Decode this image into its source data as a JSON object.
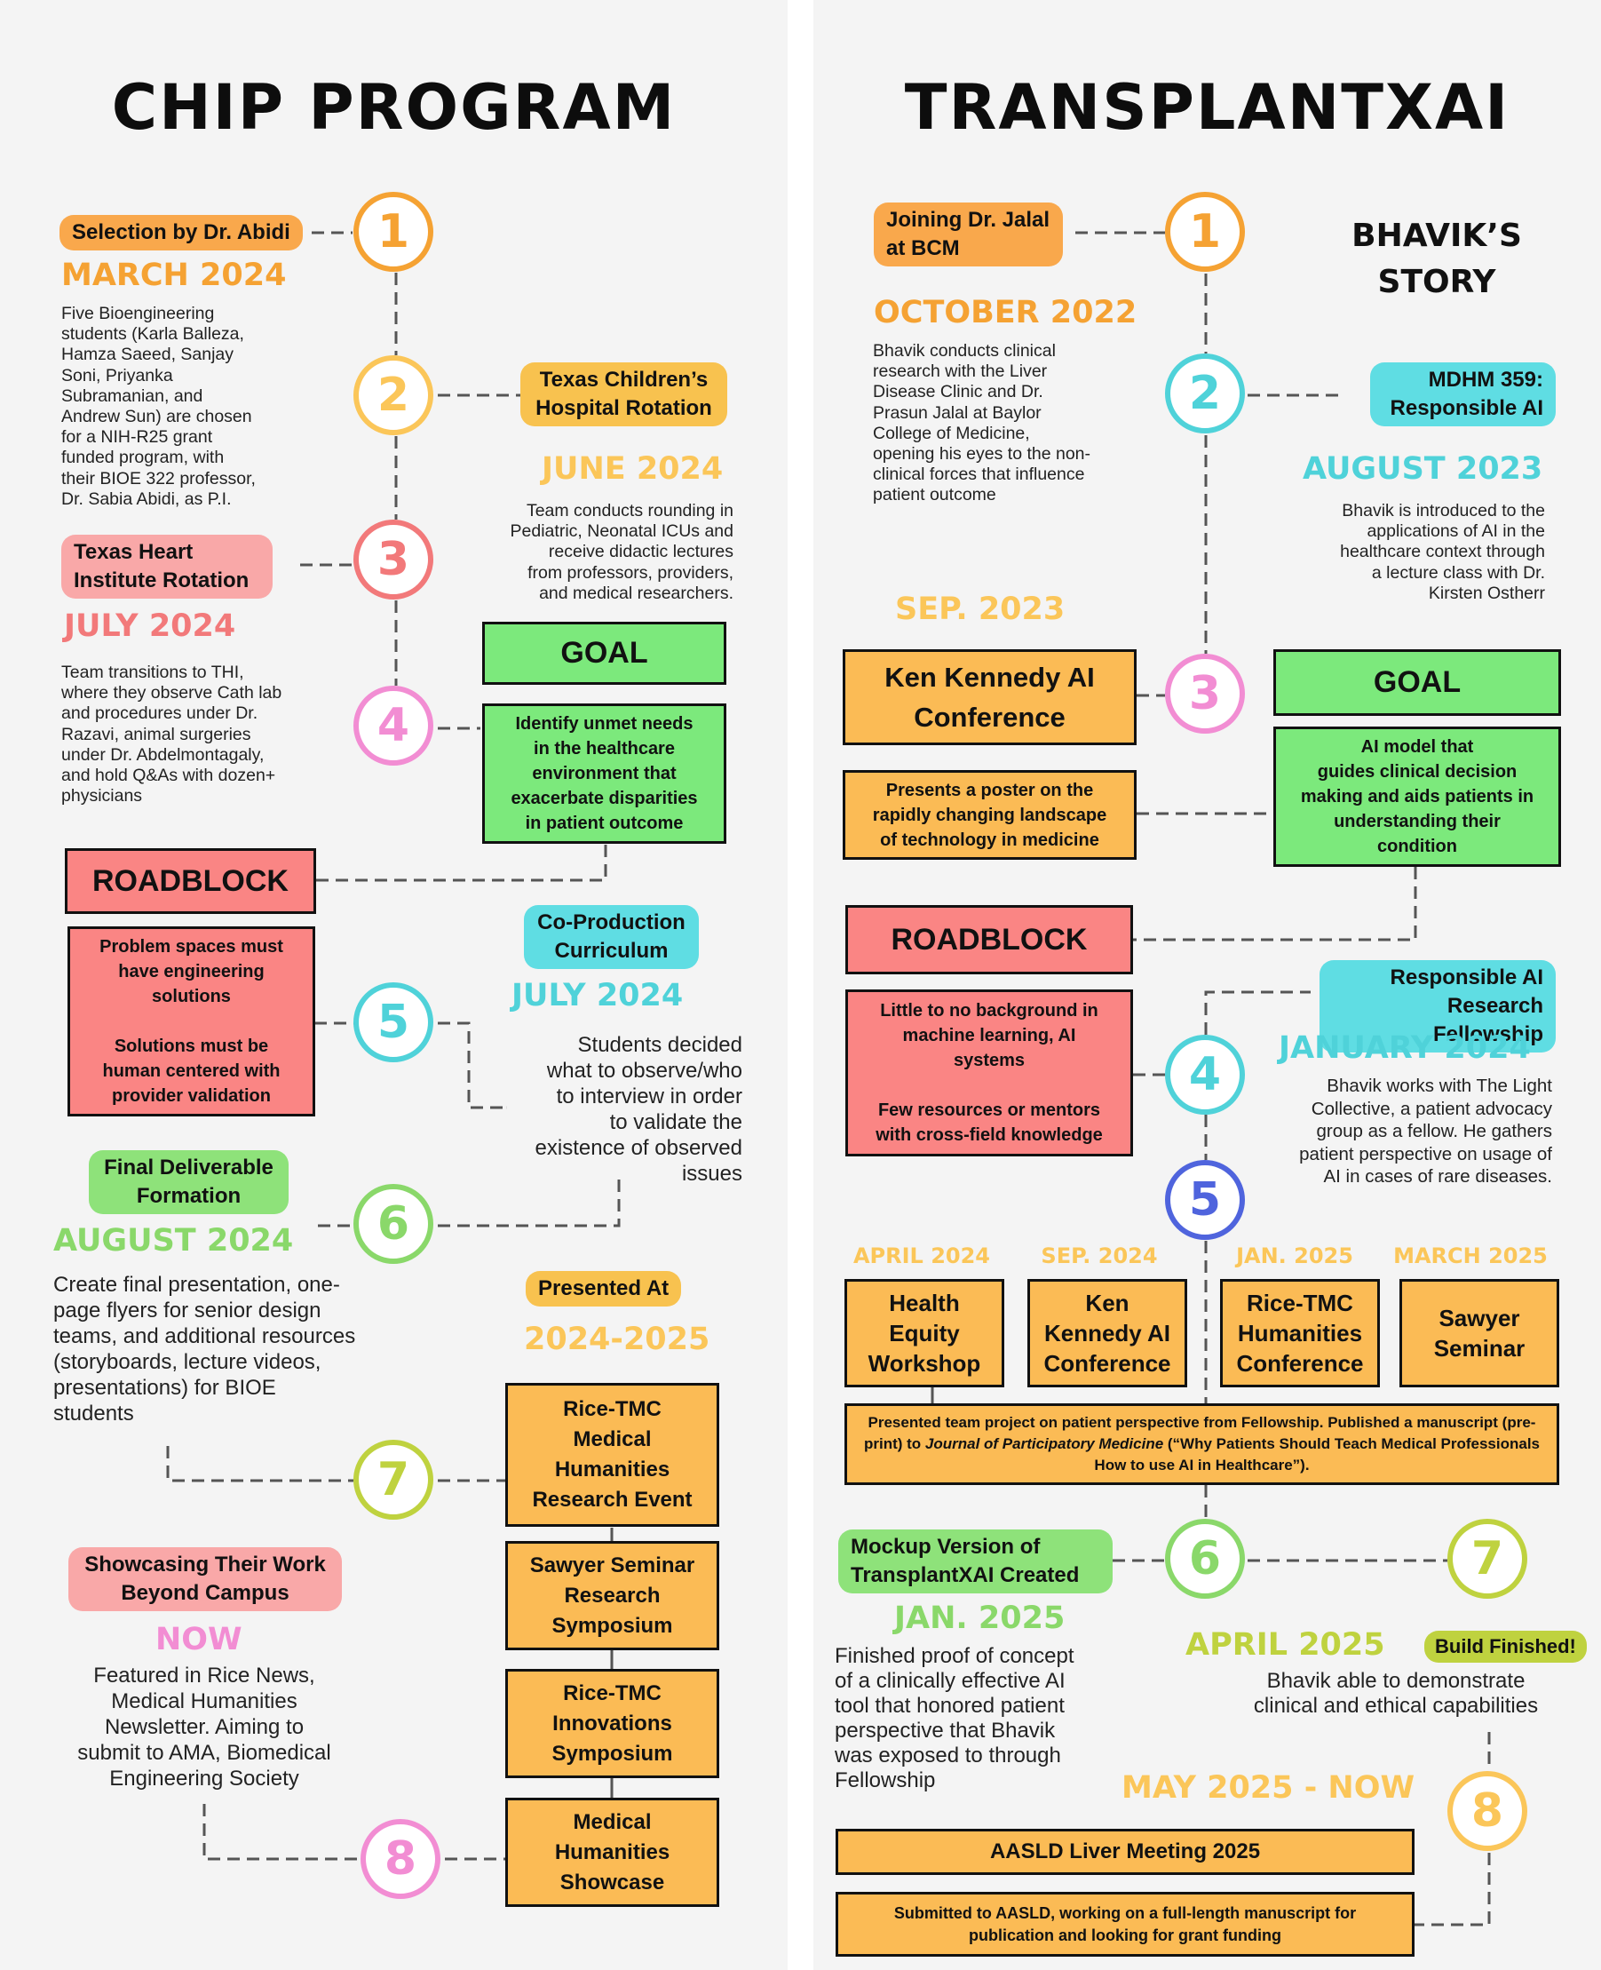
{
  "colors": {
    "orange": "#f5a233",
    "yellow": "#fbc659",
    "red": "#f2797a",
    "pink": "#f28dd3",
    "cyan": "#4fd2d9",
    "green": "#8ad86a",
    "lime": "#bfd23f",
    "blue": "#4f64dd",
    "box_orange": "#fbbb55",
    "box_green": "#7ce97c",
    "box_red": "#fa8584",
    "pill_orange": "#f9a84c",
    "pill_cyan": "#5fdde3",
    "pill_green": "#8ee27a",
    "pill_pink": "#f9a8a8",
    "pill_yellow": "#f8c24f"
  },
  "chip": {
    "title": "CHIP PROGRAM",
    "steps": [
      {
        "num": "1",
        "label": "Selection by Dr. Abidi",
        "date": "MARCH 2024",
        "text": "Five Bioengineering\nstudents (Karla Balleza,\nHamza Saeed, Sanjay\nSoni, Priyanka\nSubramanian, and\nAndrew Sun) are chosen\nfor a NIH-R25 grant\nfunded program, with\ntheir BIOE 322 professor,\nDr. Sabia Abidi, as P.I."
      },
      {
        "num": "2",
        "label": "Texas Children’s\nHospital Rotation",
        "date": "JUNE 2024",
        "text": "Team conducts rounding in\nPediatric, Neonatal ICUs and\nreceive didactic lectures\nfrom professors, providers,\nand medical researchers."
      },
      {
        "num": "3",
        "label": "Texas Heart\nInstitute Rotation",
        "date": "JULY 2024",
        "text": "Team transitions to THI,\nwhere they observe Cath lab\nand procedures under Dr.\nRazavi, animal surgeries\nunder Dr. Abdelmontagaly,\nand hold Q&As with dozen+\nphysicians"
      },
      {
        "num": "4"
      },
      {
        "num": "5",
        "label": "Co-Production\nCurriculum",
        "date": "JULY 2024",
        "text": "Students decided\nwhat to observe/who\nto interview in order\nto validate the\nexistence of observed\nissues"
      },
      {
        "num": "6",
        "label": "Final Deliverable\nFormation",
        "date": "AUGUST 2024",
        "text": "Create final presentation, one-\npage flyers for senior design\nteams, and additional resources\n(storyboards, lecture videos,\npresentations) for BIOE\nstudents"
      },
      {
        "num": "7",
        "label": "Presented At",
        "date": "2024-2025"
      },
      {
        "num": "8",
        "label": "Showcasing Their Work\nBeyond Campus",
        "date": "NOW",
        "text": "Featured in Rice News,\nMedical Humanities\nNewsletter. Aiming to\nsubmit to AMA, Biomedical\nEngineering Society"
      }
    ],
    "goal_title": "GOAL",
    "goal_text": "Identify unmet needs\nin the healthcare\nenvironment that\nexacerbate disparities\nin patient outcome",
    "roadblock_title": "ROADBLOCK",
    "roadblock_text": "Problem spaces must\nhave engineering\nsolutions\n\nSolutions must be\nhuman centered with\nprovider validation",
    "events": [
      "Rice-TMC\nMedical\nHumanities\nResearch Event",
      "Sawyer Seminar\nResearch\nSymposium",
      "Rice-TMC\nInnovations\nSymposium",
      "Medical\nHumanities\nShowcase"
    ]
  },
  "txai": {
    "title": "TRANSPLANTXAI",
    "subtitle": "BHAVIK’S\nSTORY",
    "steps": [
      {
        "num": "1",
        "label": "Joining Dr. Jalal\nat BCM",
        "date": "OCTOBER 2022",
        "text": "Bhavik conducts clinical\nresearch with the Liver\nDisease Clinic and Dr.\nPrasun Jalal at Baylor\nCollege of Medicine,\nopening his eyes to the non-\nclinical forces that influence\npatient outcome"
      },
      {
        "num": "2",
        "label": "MDHM 359:\nResponsible AI",
        "date": "AUGUST 2023",
        "text": "Bhavik is introduced to the\napplications of AI in the\nhealthcare context through\na lecture class with Dr.\nKirsten Ostherr"
      },
      {
        "num": "3",
        "date": "SEP. 2023",
        "box_title": "Ken Kennedy AI\nConference",
        "box_text": "Presents a poster on the\nrapidly changing landscape\nof technology in medicine"
      },
      {
        "num": "4",
        "label": "Responsible AI\nResearch Fellowship",
        "date": "JANUARY 2024",
        "text": "Bhavik works with The Light\nCollective, a patient advocacy\ngroup as a fellow. He gathers\npatient perspective on usage of\nAI in cases of rare diseases."
      },
      {
        "num": "5"
      },
      {
        "num": "6",
        "label": "Mockup Version of\nTransplantXAI Created",
        "date": "JAN. 2025",
        "text": "Finished proof of concept\nof a clinically effective AI\ntool that honored patient\nperspective that Bhavik\nwas exposed to through\nFellowship"
      },
      {
        "num": "7",
        "label": "Build Finished!",
        "date": "APRIL 2025",
        "text": "Bhavik able to demonstrate\nclinical and ethical capabilities"
      },
      {
        "num": "8",
        "date": "MAY 2025 - NOW",
        "box_title": "AASLD Liver Meeting 2025",
        "box_text": "Submitted to AASLD, working on a full-length manuscript for\npublication and looking for grant funding"
      }
    ],
    "goal_title": "GOAL",
    "goal_text": "AI model that\nguides clinical decision\nmaking and aids patients in\nunderstanding their\ncondition",
    "roadblock_title": "ROADBLOCK",
    "roadblock_text": "Little to no background in\nmachine learning, AI\nsystems\n\nFew resources or mentors\nwith cross-field knowledge",
    "presentations": [
      {
        "date": "APRIL 2024",
        "name": "Health\nEquity\nWorkshop"
      },
      {
        "date": "SEP. 2024",
        "name": "Ken\nKennedy AI\nConference"
      },
      {
        "date": "JAN. 2025",
        "name": "Rice-TMC\nHumanities\nConference"
      },
      {
        "date": "MARCH 2025",
        "name": "Sawyer\nSeminar"
      }
    ],
    "presented_text_1": "Presented team project on patient perspective from Fellowship. Published a manuscript (pre-print) to ",
    "presented_journal": "Journal of Participatory Medicine",
    "presented_text_2": " (“Why Patients Should Teach Medical Professionals How to use AI in Healthcare”)."
  }
}
